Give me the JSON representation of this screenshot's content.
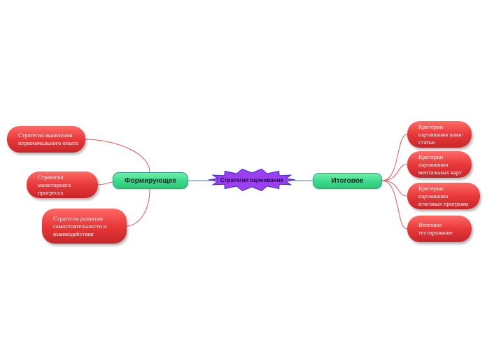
{
  "colors": {
    "link": "#e05a5a",
    "main_link": "#4a78d8",
    "green_node": "#3bd98a",
    "red_node": "#e8383a",
    "center_fill": "#9b3ff0",
    "center_border": "#3b2fd0"
  },
  "center": {
    "label": "Стратегия оценивания"
  },
  "branches": {
    "left": {
      "label": "Формирующее",
      "children": [
        "Стратегия выявления первоначального опыта",
        "Стратегия мониторинга прогресса",
        "Стратегия развития самостоятельности и взаимодействия"
      ]
    },
    "right": {
      "label": "Итоговое",
      "children": [
        "Критерии оценивания вики-статьи",
        "Критерии оценивания ментальных карт",
        "Критерии оценивания итоговых программ",
        "Итоговое тестирование"
      ]
    }
  }
}
